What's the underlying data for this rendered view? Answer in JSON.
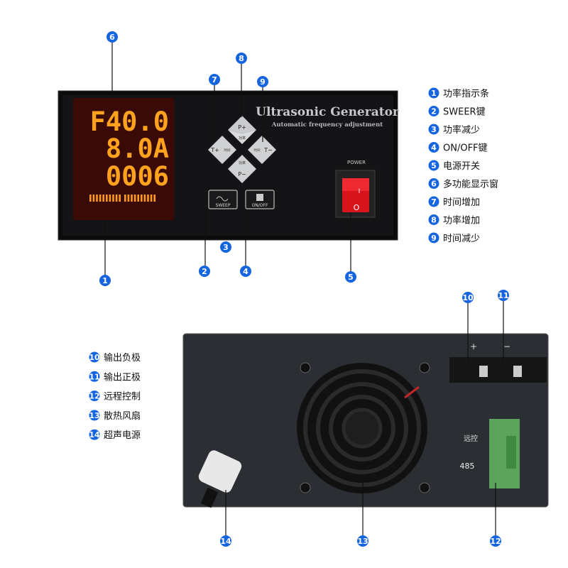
{
  "front_panel": {
    "display": {
      "line1": "F40.0",
      "line2": "8.0A",
      "line3": "0006"
    },
    "title": "Ultrasonic Generator",
    "subtitle": "Automatic frequency adjustment",
    "keys": {
      "p_plus": "P+",
      "p_minus": "P−",
      "t_plus": "T+",
      "t_minus": "T−",
      "power_cn": "功率",
      "time_cn": "时间",
      "sweep": "SWEEP",
      "onoff": "ON/OFF"
    },
    "power_label": "POWER",
    "switch_on": "I",
    "switch_off": "O"
  },
  "rear_panel": {
    "plus": "+",
    "minus": "−",
    "remote_cn": "远控",
    "port": "485"
  },
  "badge_color": "#1565e0",
  "legend_front": [
    {
      "n": "1",
      "text": "功率指示条"
    },
    {
      "n": "2",
      "text": "SWEER键"
    },
    {
      "n": "3",
      "text": "功率减少"
    },
    {
      "n": "4",
      "text": "ON/OFF键"
    },
    {
      "n": "5",
      "text": "电源开关"
    },
    {
      "n": "6",
      "text": "多功能显示窗"
    },
    {
      "n": "7",
      "text": "时间增加"
    },
    {
      "n": "8",
      "text": "功率增加"
    },
    {
      "n": "9",
      "text": "时间减少"
    }
  ],
  "legend_rear": [
    {
      "n": "10",
      "text": "输出负极"
    },
    {
      "n": "11",
      "text": "输出正极"
    },
    {
      "n": "12",
      "text": "远程控制"
    },
    {
      "n": "13",
      "text": "散热风扇"
    },
    {
      "n": "14",
      "text": "超声电源"
    }
  ]
}
